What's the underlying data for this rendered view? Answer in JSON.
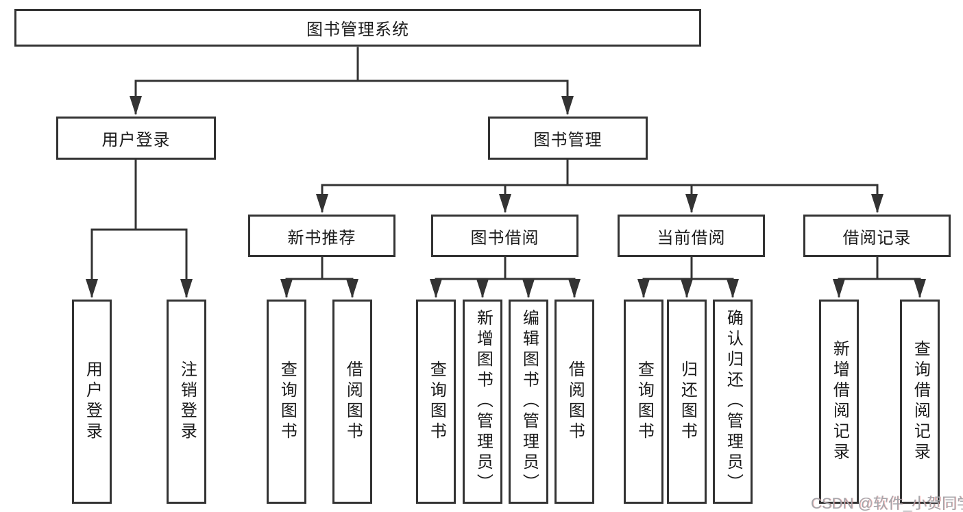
{
  "tree": {
    "root": {
      "label": "图书管理系统",
      "children": [
        {
          "label": "用户登录",
          "children": [
            {
              "label": "用户登录"
            },
            {
              "label": "注销登录"
            }
          ]
        },
        {
          "label": "图书管理",
          "children": [
            {
              "label": "新书推荐",
              "children": [
                {
                  "label": "查询图书"
                },
                {
                  "label": "借阅图书"
                }
              ]
            },
            {
              "label": "图书借阅",
              "children": [
                {
                  "label": "查询图书"
                },
                {
                  "label": "新增图书（管理员）"
                },
                {
                  "label": "编辑图书（管理员）"
                },
                {
                  "label": "借阅图书"
                }
              ]
            },
            {
              "label": "当前借阅",
              "children": [
                {
                  "label": "查询图书"
                },
                {
                  "label": "归还图书"
                },
                {
                  "label": "确认归还（管理员）"
                }
              ]
            },
            {
              "label": "借阅记录",
              "children": [
                {
                  "label": "新增借阅记录"
                },
                {
                  "label": "查询借阅记录"
                }
              ]
            }
          ]
        }
      ]
    }
  },
  "watermark": {
    "text": "CSDN @软件_小贺同学"
  },
  "colors": {
    "line": "#333333",
    "box_border": "#333333",
    "text": "#1b1b1b",
    "watermark": "#a5a5aa",
    "background": "#ffffff"
  }
}
